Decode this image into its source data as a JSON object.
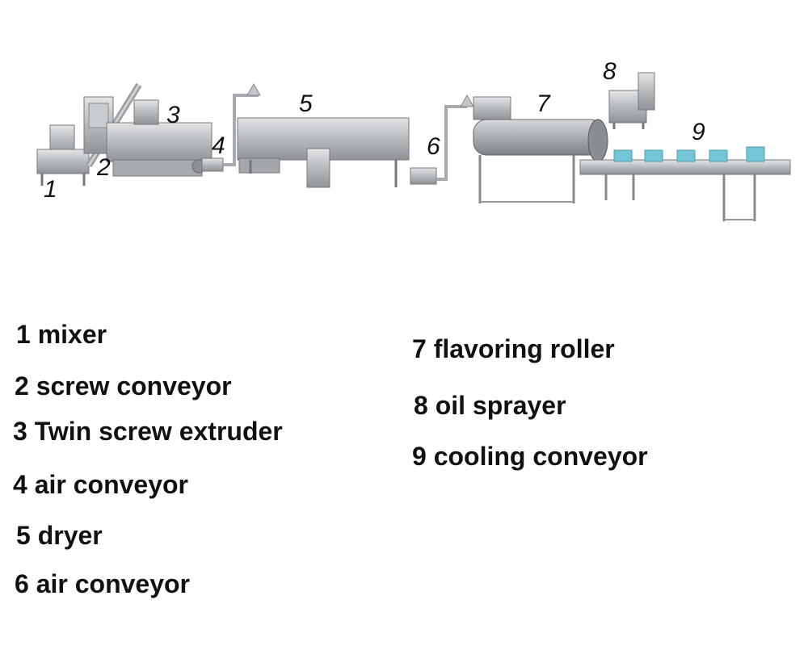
{
  "callouts": [
    "1",
    "2",
    "3",
    "4",
    "5",
    "6",
    "7",
    "8",
    "9"
  ],
  "legend": [
    "1 mixer",
    "2 screw conveyor",
    "3 Twin screw extruder",
    "4 air conveyor",
    "5 dryer",
    "6 air conveyor",
    "7 flavoring roller",
    "8 oil sprayer",
    "9 cooling conveyor"
  ],
  "colors": {
    "steel": "#b9bcbf",
    "steel_dark": "#8e9297",
    "steel_light": "#dcdee0",
    "blue": "#74c6d6",
    "text": "#111111"
  }
}
